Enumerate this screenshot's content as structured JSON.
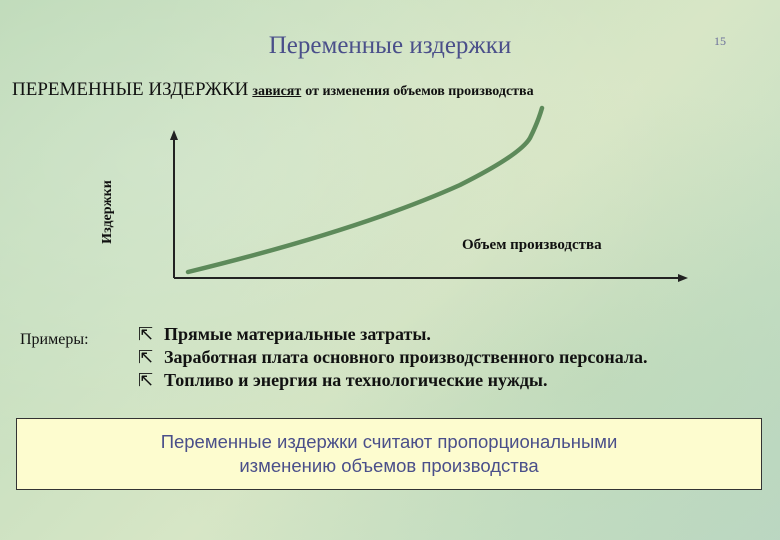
{
  "slide": {
    "title": "Переменные издержки",
    "page_number": "15",
    "heading_main": "ПЕРЕМЕННЫЕ ИЗДЕРЖКИ",
    "heading_underlined": "зависят",
    "heading_rest": "от изменения  объемов производства"
  },
  "chart_data": {
    "type": "line",
    "ylabel": "Издержки",
    "xlabel": "Объем производства",
    "grid": false,
    "series": [
      {
        "curve": "increasing, convex (rising faster at higher volumes)",
        "color": "#5d8a5a"
      }
    ]
  },
  "examples": {
    "label": "Примеры:",
    "bullet_icon": "arrow-up-left-icon",
    "items": [
      "Прямые материальные затраты.",
      "Заработная плата основного производственного персонала.",
      "Топливо и энергия на технологические нужды."
    ]
  },
  "note": {
    "line1": "Переменные издержки считают пропорциональными",
    "line2": "изменению объемов производства"
  }
}
